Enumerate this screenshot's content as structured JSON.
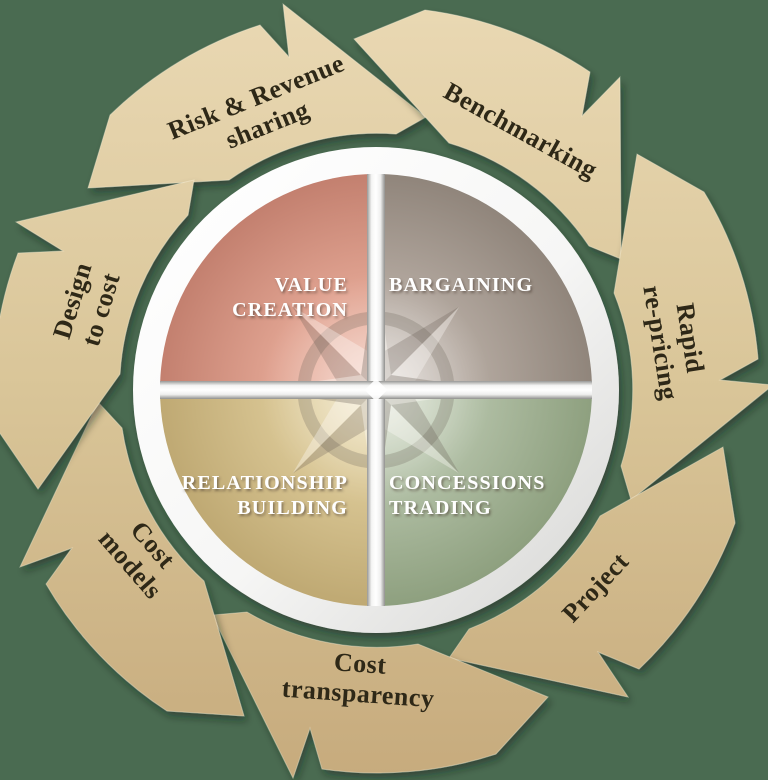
{
  "diagram": {
    "type": "cycle-diagram",
    "background_color": "#4a6b51",
    "arrow_color": "#d9c598",
    "arrow_text_color": "#2e2817",
    "steps": [
      {
        "id": "risk-revenue-sharing",
        "lines": [
          "Risk & Revenue",
          "sharing"
        ]
      },
      {
        "id": "benchmarking",
        "lines": [
          "Benchmarking"
        ]
      },
      {
        "id": "rapid-re-pricing",
        "lines": [
          "Rapid",
          "re-pricing"
        ]
      },
      {
        "id": "project",
        "lines": [
          "Project"
        ]
      },
      {
        "id": "cost-transparency",
        "lines": [
          "Cost",
          "transparency"
        ]
      },
      {
        "id": "cost-models",
        "lines": [
          "Cost",
          "models"
        ]
      },
      {
        "id": "design-to-cost",
        "lines": [
          "Design",
          "to cost"
        ]
      }
    ],
    "quadrants": [
      {
        "id": "value-creation",
        "lines": [
          "VALUE",
          "CREATION"
        ],
        "color": "#dd9886"
      },
      {
        "id": "bargaining",
        "lines": [
          "BARGAINING"
        ],
        "color": "#b0a49b"
      },
      {
        "id": "relationship-building",
        "lines": [
          "RELATIONSHIP",
          "BUILDING"
        ],
        "color": "#dcc897"
      },
      {
        "id": "concessions-trading",
        "lines": [
          "CONCESSIONS",
          "TRADING"
        ],
        "color": "#b3c1a7"
      }
    ]
  }
}
